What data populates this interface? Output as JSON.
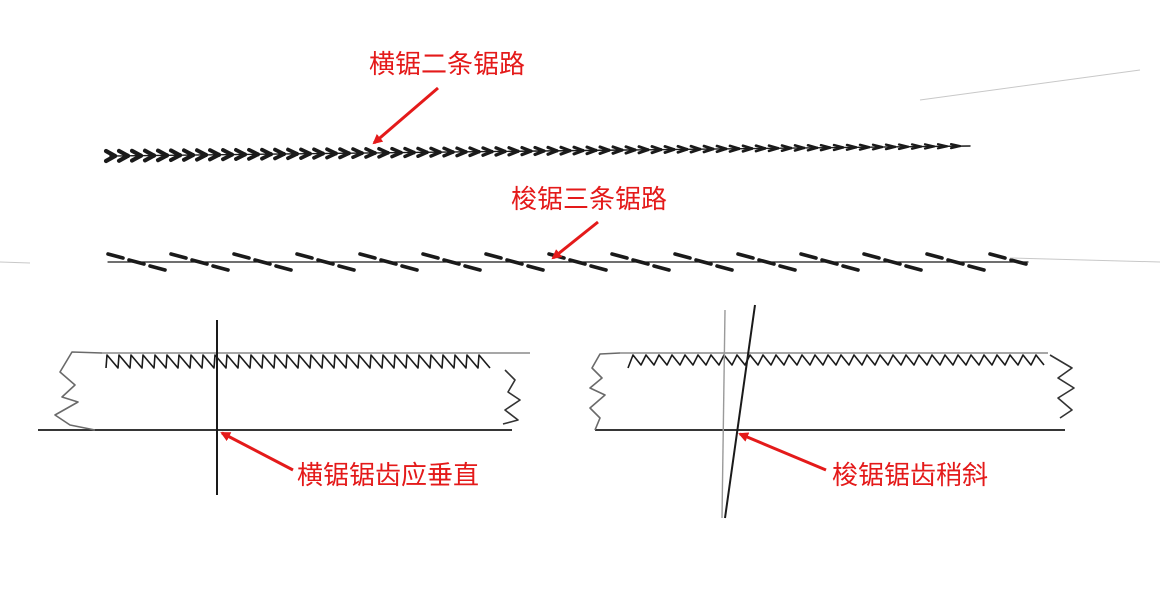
{
  "labels": {
    "crosscut_kerf": "横锯二条锯路",
    "rip_kerf": "梭锯三条锯路",
    "crosscut_teeth": "横锯锯齿应垂直",
    "rip_teeth": "梭锯锯齿稍斜"
  },
  "colors": {
    "annotation": "#e41a1a",
    "pencil": "#1a1a1a",
    "light_pencil": "#9a9a9a"
  }
}
